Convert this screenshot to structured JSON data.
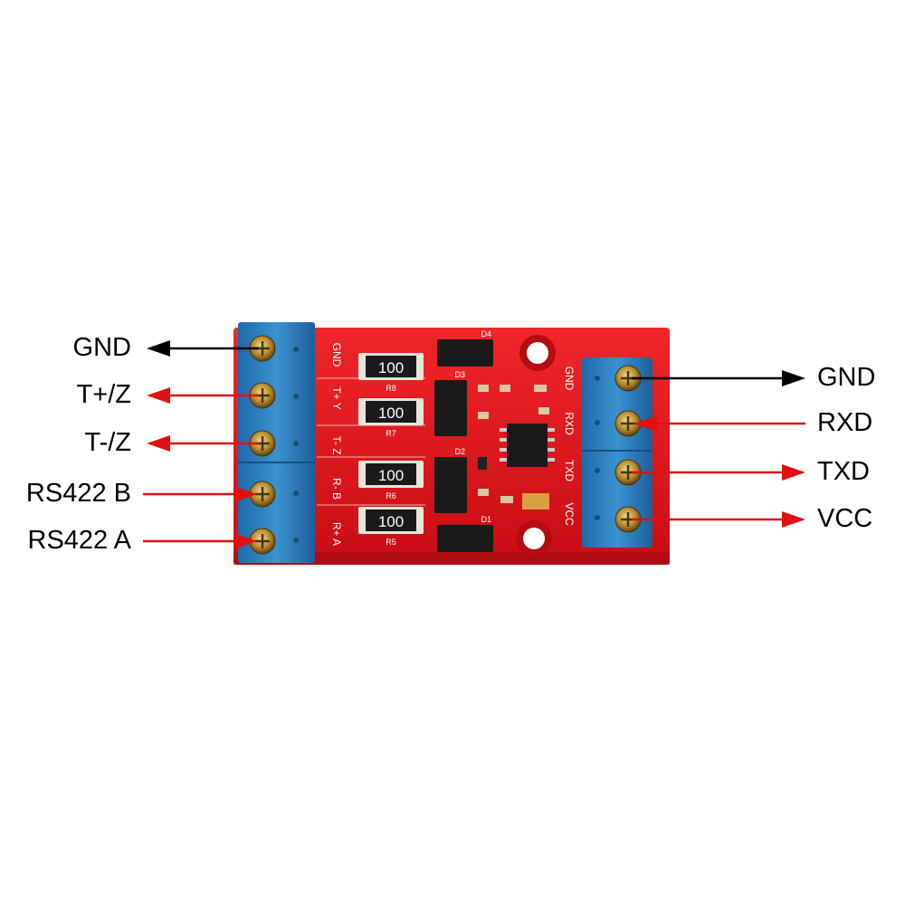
{
  "left_pins": [
    {
      "label": "GND",
      "direction": "out",
      "arrow_color": "#000000"
    },
    {
      "label": "T+/Z",
      "direction": "out",
      "arrow_color": "#e01010"
    },
    {
      "label": "T-/Z",
      "direction": "out",
      "arrow_color": "#e01010"
    },
    {
      "label": "RS422 B",
      "direction": "in",
      "arrow_color": "#e01010"
    },
    {
      "label": "RS422 A",
      "direction": "in",
      "arrow_color": "#e01010"
    }
  ],
  "right_pins": [
    {
      "label": "GND",
      "direction": "out",
      "arrow_color": "#000000"
    },
    {
      "label": "RXD",
      "direction": "in",
      "arrow_color": "#e01010"
    },
    {
      "label": "TXD",
      "direction": "out",
      "arrow_color": "#e01010"
    },
    {
      "label": "VCC",
      "direction": "out",
      "arrow_color": "#e01010"
    }
  ],
  "board": {
    "pcb_color": "#e8141a",
    "terminal_color": "#2a7fc0",
    "silk_left": [
      "GND",
      "T+ Y",
      "T- Z",
      "R- B",
      "R+ A"
    ],
    "silk_right": [
      "GND",
      "RXD",
      "TXD",
      "VCC"
    ],
    "resistor_values": [
      "100",
      "100",
      "100",
      "100"
    ],
    "resistor_refs": [
      "R8",
      "R7",
      "R6",
      "R5"
    ],
    "diode_refs": [
      "D4",
      "D3",
      "D2",
      "D1"
    ]
  }
}
